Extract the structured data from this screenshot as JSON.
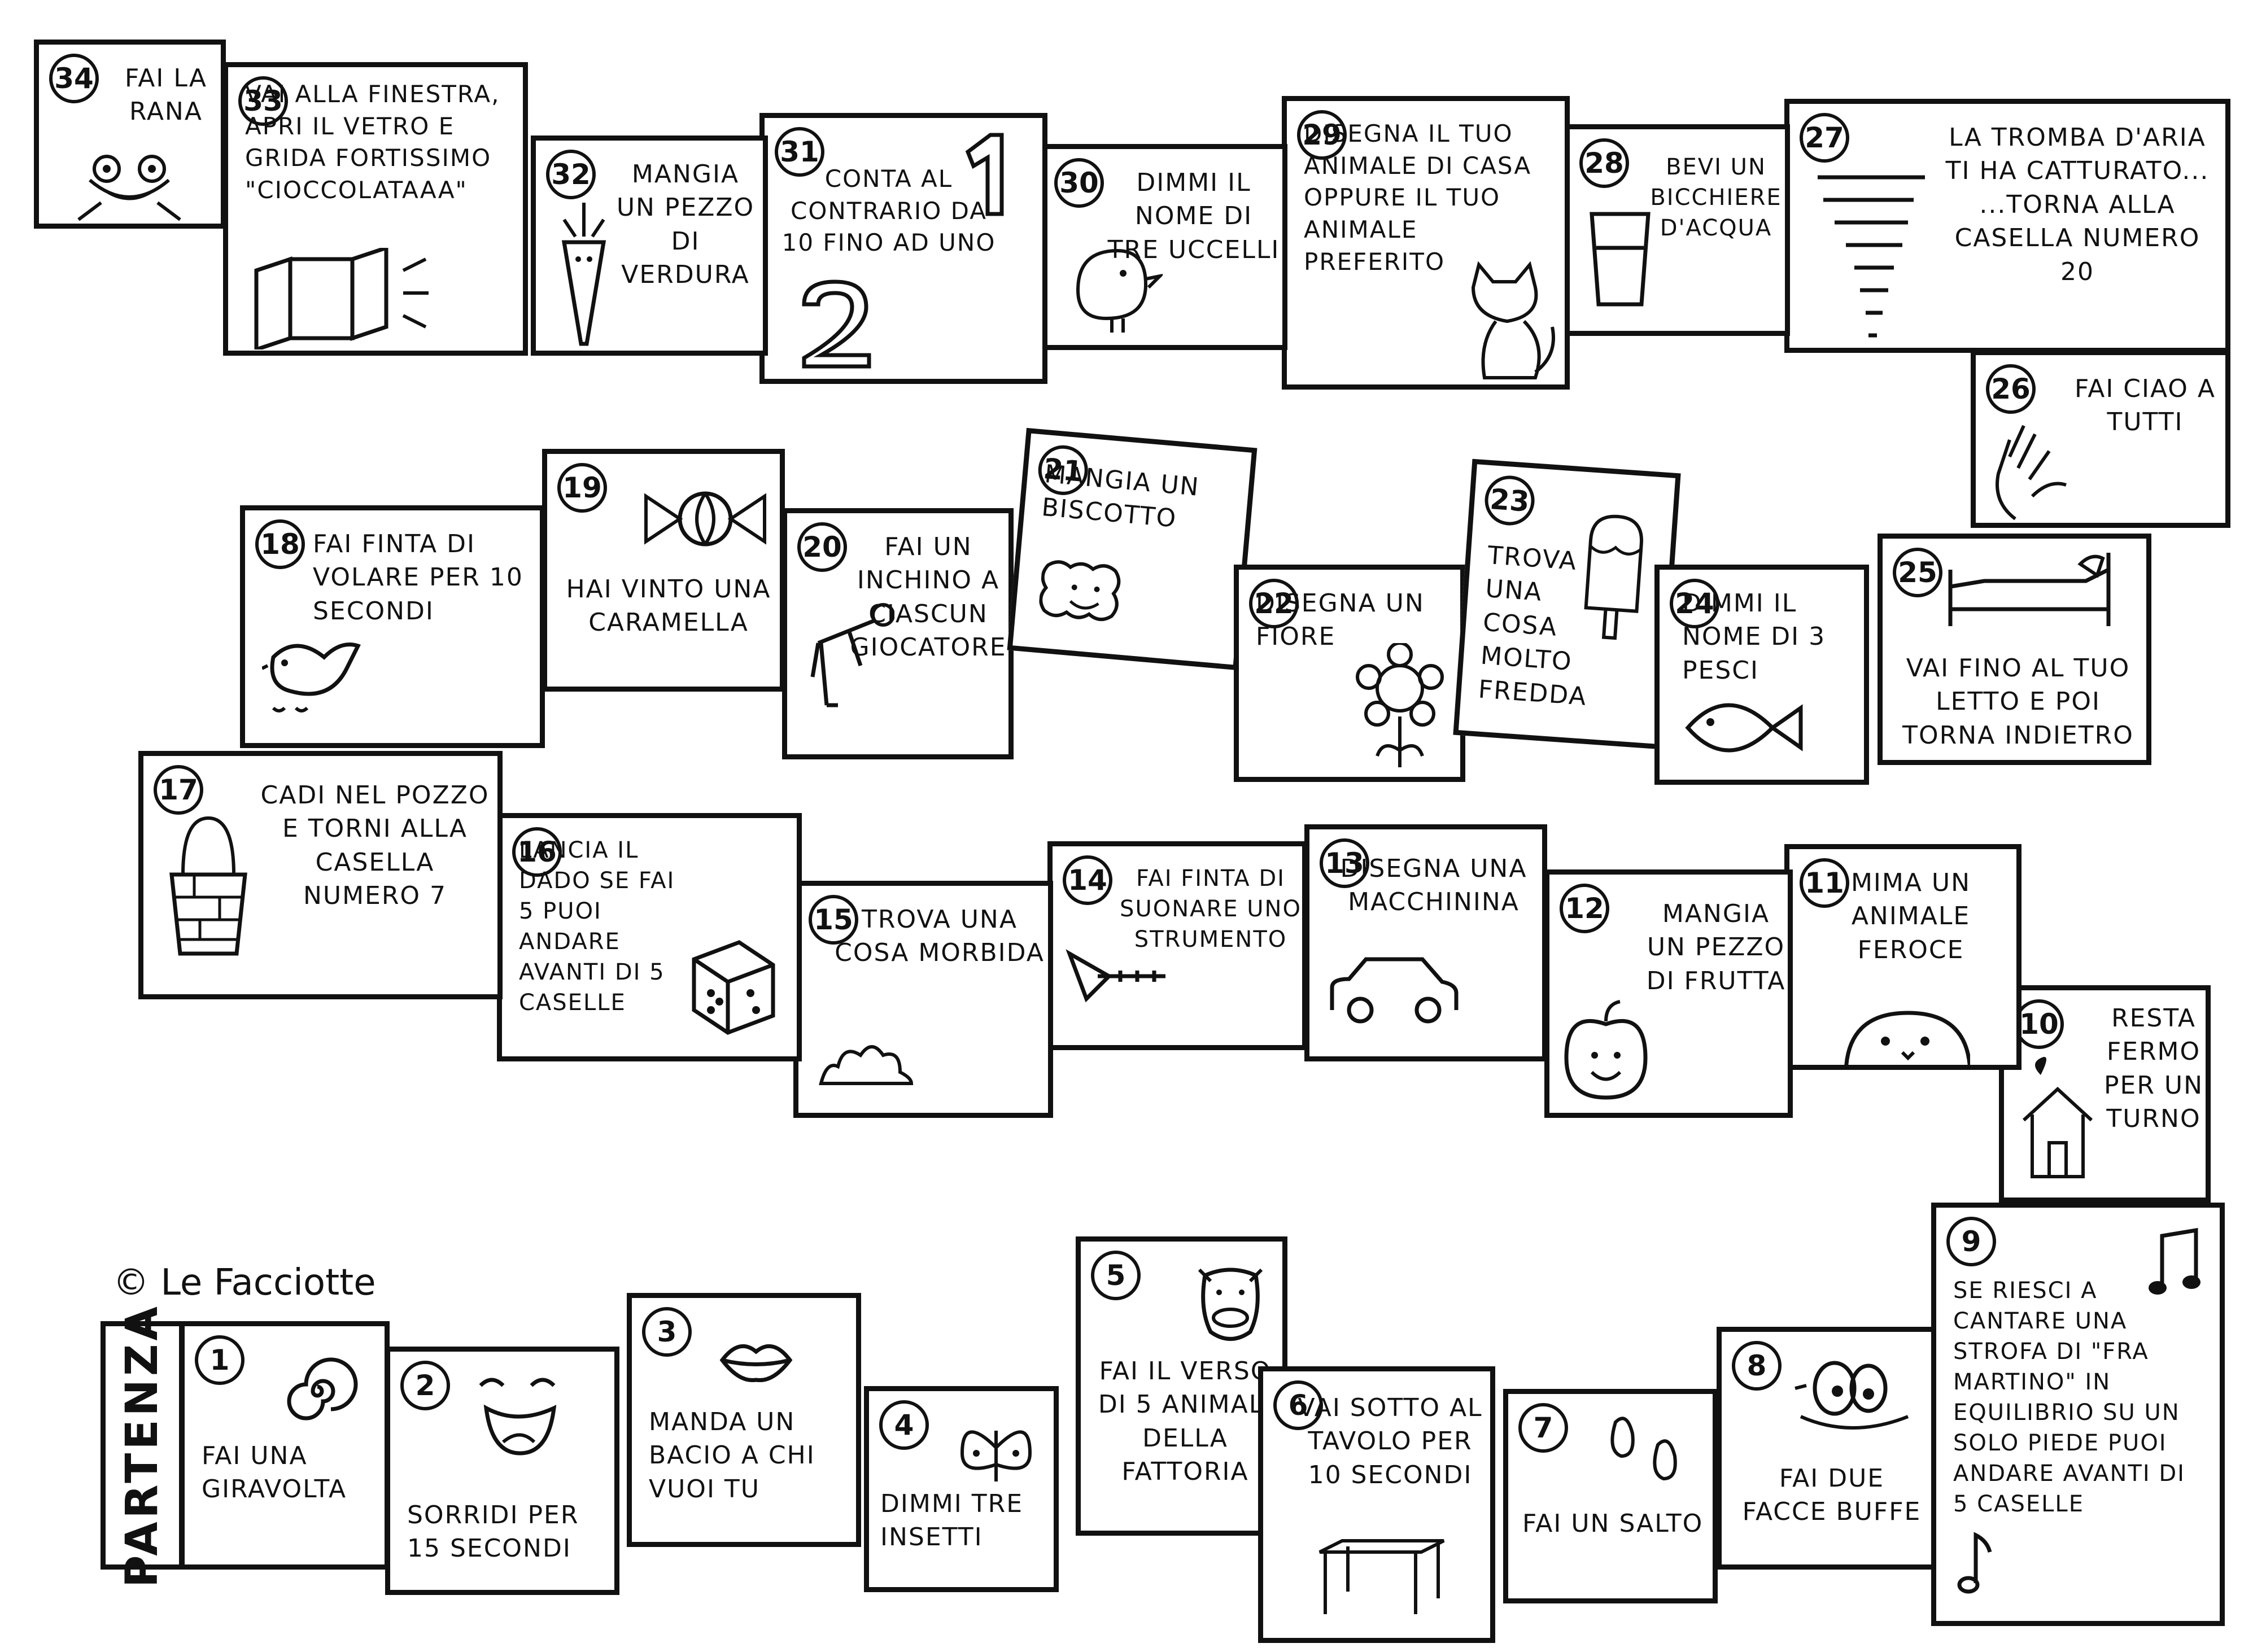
{
  "board": {
    "start_label": "PARTENZA",
    "copyright": "© Le Facciotte",
    "squares": [
      {
        "n": "1",
        "text": "FAI UNA GIRAVOLTA"
      },
      {
        "n": "2",
        "text": "SORRIDI PER 15 SECONDI"
      },
      {
        "n": "3",
        "text": "MANDA UN BACIO A CHI VUOI TU"
      },
      {
        "n": "4",
        "text": "DIMMI TRE INSETTI"
      },
      {
        "n": "5",
        "text": "FAI IL VERSO DI 5 ANIMALI DELLA FATTORIA"
      },
      {
        "n": "6",
        "text": "VAI SOTTO AL TAVOLO PER 10 SECONDI"
      },
      {
        "n": "7",
        "text": "FAI UN SALTO"
      },
      {
        "n": "8",
        "text": "FAI DUE FACCE BUFFE"
      },
      {
        "n": "9",
        "text": "SE RIESCI A CANTARE UNA STROFA DI \"FRA MARTINO\" IN EQUILIBRIO SU UN SOLO PIEDE PUOI ANDARE AVANTI DI 5 CASELLE"
      },
      {
        "n": "10",
        "text": "RESTA FERMO PER UN TURNO"
      },
      {
        "n": "11",
        "text": "MIMA UN ANIMALE FEROCE"
      },
      {
        "n": "12",
        "text": "MANGIA UN PEZZO DI FRUTTA"
      },
      {
        "n": "13",
        "text": "DISEGNA UNA MACCHININA"
      },
      {
        "n": "14",
        "text": "FAI FINTA DI SUONARE UNO STRUMENTO"
      },
      {
        "n": "15",
        "text": "TROVA UNA COSA MORBIDA"
      },
      {
        "n": "16",
        "text": "LANCIA IL DADO SE FAI 5 PUOI ANDARE AVANTI DI 5 CASELLE"
      },
      {
        "n": "17",
        "text": "CADI NEL POZZO E TORNI ALLA CASELLA NUMERO 7"
      },
      {
        "n": "18",
        "text": "FAI FINTA DI VOLARE PER 10 SECONDI"
      },
      {
        "n": "19",
        "text": "HAI VINTO UNA CARAMELLA"
      },
      {
        "n": "20",
        "text": "FAI UN INCHINO A CIASCUN GIOCATORE"
      },
      {
        "n": "21",
        "text": "MANGIA UN BISCOTTO"
      },
      {
        "n": "22",
        "text": "DISEGNA UN FIORE"
      },
      {
        "n": "23",
        "text": "TROVA UNA COSA MOLTO FREDDA"
      },
      {
        "n": "24",
        "text": "DIMMI IL NOME DI 3 PESCI"
      },
      {
        "n": "25",
        "text": "VAI FINO AL TUO LETTO E POI TORNA INDIETRO"
      },
      {
        "n": "26",
        "text": "FAI CIAO A TUTTI"
      },
      {
        "n": "27",
        "text": "LA TROMBA D'ARIA TI HA CATTURATO... ...TORNA ALLA CASELLA NUMERO 20"
      },
      {
        "n": "28",
        "text": "BEVI UN BICCHIERE D'ACQUA"
      },
      {
        "n": "29",
        "text": "DISEGNA IL TUO ANIMALE DI CASA OPPURE IL TUO ANIMALE PREFERITO"
      },
      {
        "n": "30",
        "text": "DIMMI IL NOME DI TRE UCCELLI"
      },
      {
        "n": "31",
        "text": "CONTA AL CONTRARIO DA 10 FINO AD UNO"
      },
      {
        "n": "32",
        "text": "MANGIA UN PEZZO DI VERDURA"
      },
      {
        "n": "33",
        "text": "VAI ALLA FINESTRA, APRI IL VETRO E GRIDA FORTISSIMO \"CIOCCOLATAAA\""
      },
      {
        "n": "34",
        "text": "FAI LA RANA"
      }
    ]
  }
}
